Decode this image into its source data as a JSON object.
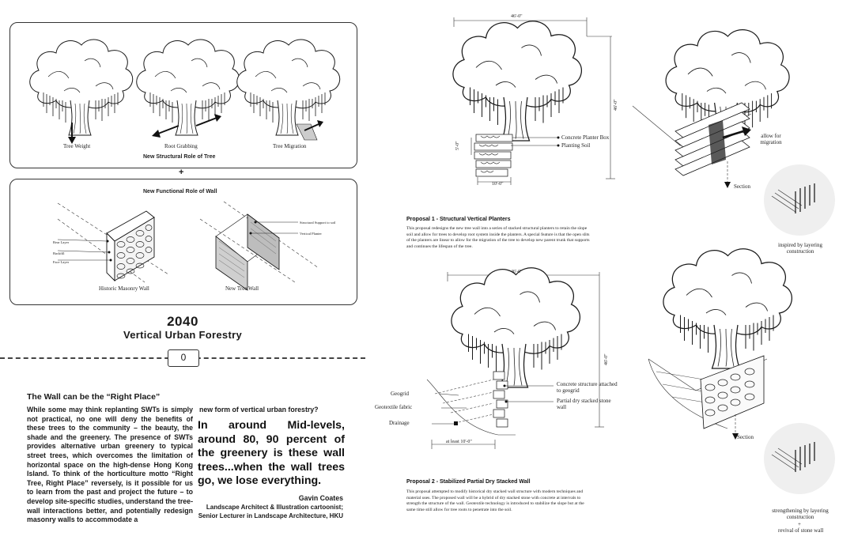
{
  "panel_tree": {
    "captions": [
      "Tree Weight",
      "Root Grabbing",
      "Tree Migration"
    ],
    "title": "New Structural Role of Tree"
  },
  "plus_sign": "+",
  "panel_wall": {
    "title": "New Functional Role of Wall",
    "left_caption": "Historic Masonry Wall",
    "right_caption": "New Tree Wall",
    "left_labels": [
      "Rear Layer",
      "Backfill",
      "Face Layer"
    ],
    "right_labels": [
      "Structural Support to soil",
      "Vertical Planter"
    ]
  },
  "heading": {
    "year": "2040",
    "subtitle": "Vertical Urban Forestry",
    "page_number": "0"
  },
  "article": {
    "heading": "The Wall can be the “Right Place”",
    "paragraph": "While some may think replanting SWTs is simply not practical, no one will deny the benefits of these trees to the community – the beauty, the shade and the greenery. The presence of SWTs provides alternative urban greenery to typical street trees, which overcomes the limitation of horizontal space on the high-dense Hong Kong Island. To think of the horticulture motto “Right Tree, Right Place” reversely, is it possible for us to learn from the past and project the future – to develop site-specific studies, understand the tree-wall interactions better, and potentially redesign masonry walls to accommodate a",
    "continuation": "new form of vertical urban forestry?",
    "quote": "In around Mid-levels, around 80, 90 percent of the greenery is these wall trees...when the wall trees go, we lose everything.",
    "author": "Gavin Coates",
    "author_role_1": "Landscape Architect & Illustration cartoonist;",
    "author_role_2": "Senior Lecturer in Landscape Architecture, HKU"
  },
  "proposal1": {
    "dim_top": "46'-0\"",
    "dim_side": "46'-0\"",
    "dim_small": "5'-0\"",
    "dim_bottom": "10'-0\"",
    "label_box": "Concrete Planter Box",
    "label_soil": "Planting Soil",
    "title": "Proposal 1 - Structural Vertical Planters",
    "text": "This proposal redesigns the new tree wall into a series of stacked structural planters to retain the slope soil and allow for trees to develop root system inside the planters. A special feature is that the open slits of the planters are linear to allow for the migration of the tree to develop new parent trunk that supports and continues the lifespan of the tree."
  },
  "proposal2": {
    "dim_top": "46'-0\"",
    "dim_side": "46'-0\"",
    "dim_bottom": "at least 10'-0\"",
    "label_concrete": "Concrete structure attached to geogrid",
    "label_partial": "Partial dry stacked stone wall",
    "label_geogrid": "Geogrid",
    "label_geotextile": "Geotextile fabric",
    "label_drainage": "Drainage",
    "title": "Proposal 2 - Stabilized Partial Dry Stacked Wall",
    "text": "This proposal attempted to modify historical dry stacked wall structure with modern techniques and material uses. The proposed wall will be a hybrid of dry stacked stone with concrete at intervals to strength the structure of the wall. Geotextile technology is introduced to stabilize the slope but at the same time still allow for tree roots to penetrate into the soil."
  },
  "right_column": {
    "migration_label": "allow for migration",
    "section_label_1": "Section",
    "inspired_caption": "inspired by layering construction",
    "section_label_2": "Section",
    "strengthening_caption": "strengthening by layering construction",
    "plus": "+",
    "revival_caption": "revival of stone wall"
  }
}
